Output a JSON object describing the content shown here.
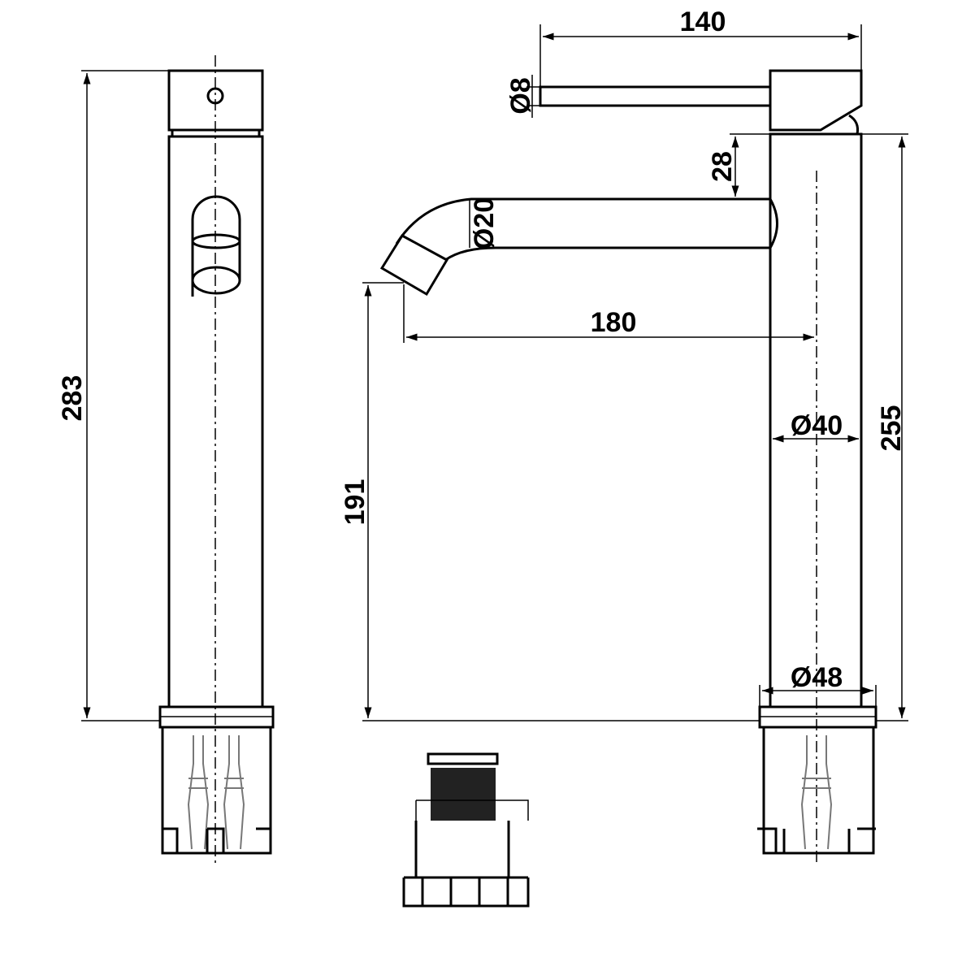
{
  "drawing": {
    "dimensions": {
      "handle_length": "140",
      "handle_diameter": "Ø8",
      "spout_offset": "28",
      "spout_diameter": "Ø20",
      "spout_reach": "180",
      "spout_height": "191",
      "total_height": "283",
      "body_height": "255",
      "body_diameter": "Ø40",
      "base_diameter": "Ø48"
    }
  }
}
